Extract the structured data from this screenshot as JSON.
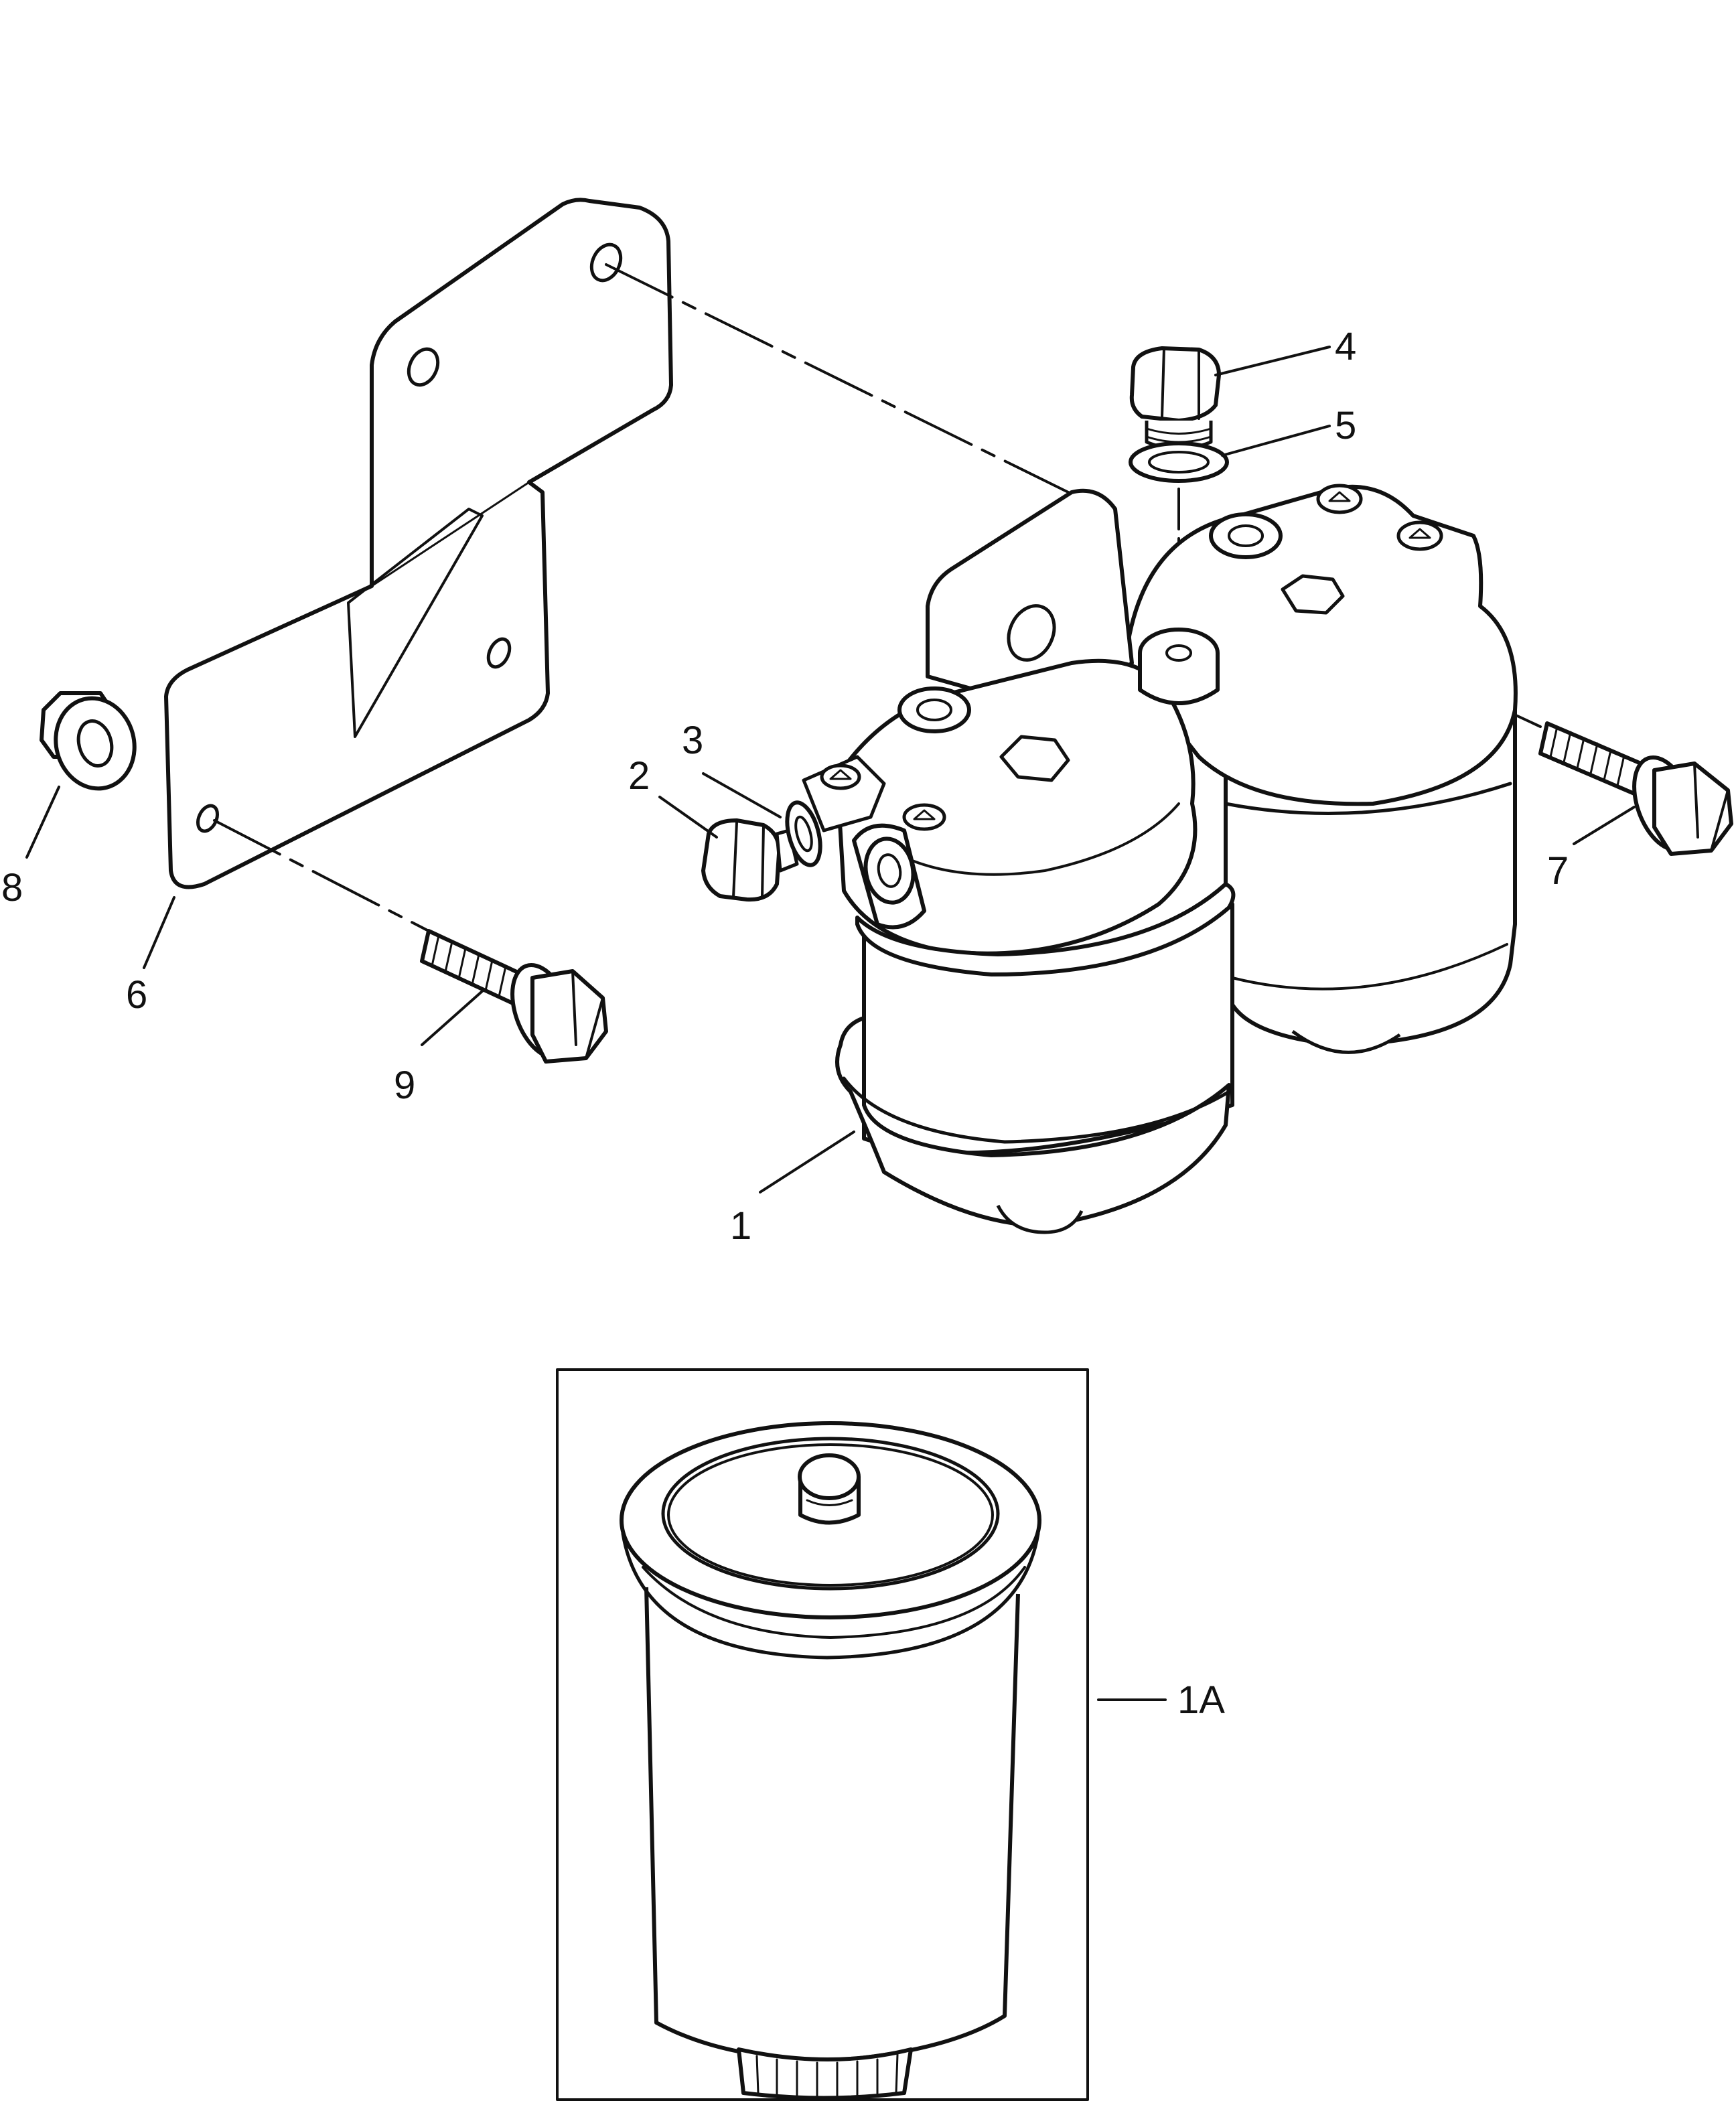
{
  "callouts": {
    "c1": "1",
    "c2": "2",
    "c3": "3",
    "c4": "4",
    "c5": "5",
    "c6": "6",
    "c7": "7",
    "c8": "8",
    "c9": "9",
    "c1a": "1A"
  },
  "parts": {
    "fuel_filter_head": "filter-assembly",
    "mounting_bracket": "bracket",
    "replacement_element": "filter-cartridge"
  },
  "colors": {
    "line": "#111111",
    "background": "#ffffff"
  }
}
